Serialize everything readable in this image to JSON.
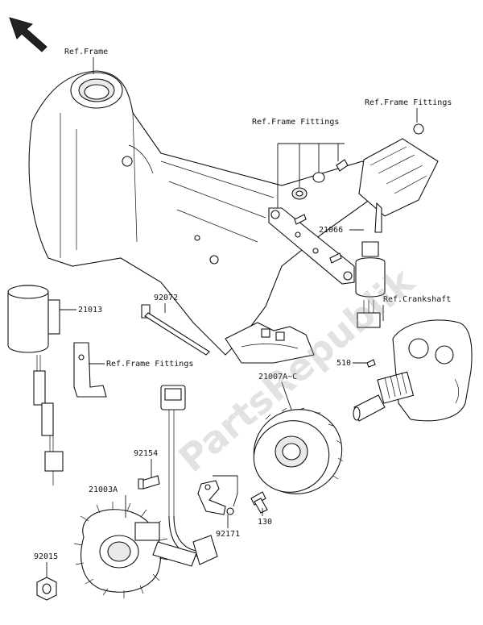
{
  "diagram": {
    "watermark": "PartsRepublik",
    "labels": {
      "ref_frame": "Ref.Frame",
      "ref_frame_fittings_top_right": "Ref.Frame Fittings",
      "ref_frame_fittings_center": "Ref.Frame Fittings",
      "ref_frame_fittings_bracket": "Ref.Frame Fittings",
      "ref_crankshaft": "Ref.Crankshaft",
      "p21066": "21066",
      "p21013": "21013",
      "p92072": "92072",
      "p510": "510",
      "p21007": "21007A~C",
      "p92154": "92154",
      "p21003": "21003A",
      "p92171": "92171",
      "p130": "130",
      "p92015": "92015"
    },
    "icons": {
      "orientation_arrow": "arrow-up-left-icon"
    }
  }
}
